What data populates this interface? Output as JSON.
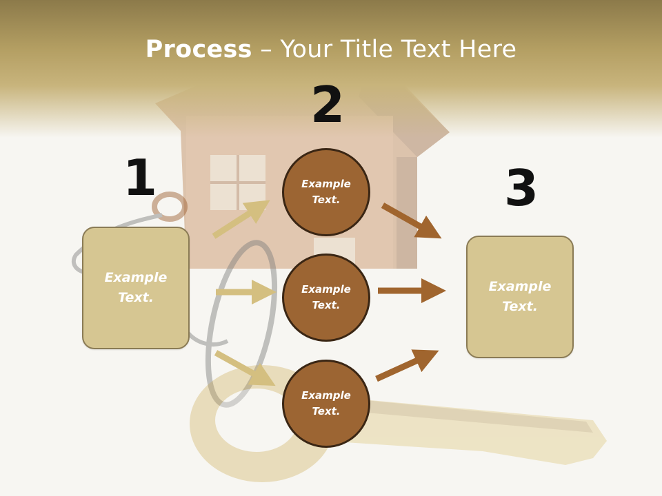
{
  "title": {
    "bold": "Process",
    "rest": " – Your Title Text Here"
  },
  "steps": {
    "n1": "1",
    "n2": "2",
    "n3": "3"
  },
  "left_box": {
    "line1": "Example",
    "line2": "Text."
  },
  "right_box": {
    "line1": "Example",
    "line2": "Text."
  },
  "circles": [
    {
      "line1": "Example",
      "line2": "Text."
    },
    {
      "line1": "Example",
      "line2": "Text."
    },
    {
      "line1": "Example",
      "line2": "Text."
    }
  ],
  "colors": {
    "box_fill": "#d6c692",
    "circle_fill": "#9c6533",
    "arrow_light": "#d4bf80",
    "arrow_dark": "#a0652e"
  }
}
